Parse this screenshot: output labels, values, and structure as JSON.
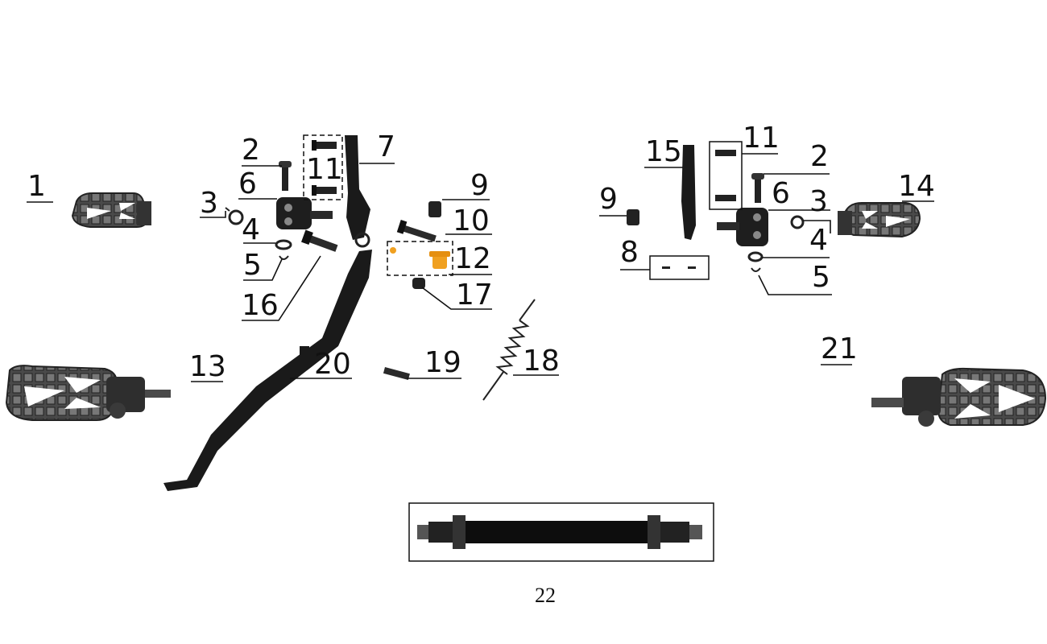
{
  "diagram": {
    "callouts": {
      "c1": "1",
      "c2l": "2",
      "c3l": "3",
      "c4l": "4",
      "c5l": "5",
      "c6l": "6",
      "c7": "7",
      "c8": "8",
      "c9l": "9",
      "c9r": "9",
      "c10": "10",
      "c11l": "11",
      "c11r": "11",
      "c12": "12",
      "c13": "13",
      "c14": "14",
      "c15": "15",
      "c16": "16",
      "c17": "17",
      "c18": "18",
      "c19": "19",
      "c20": "20",
      "c21": "21",
      "c2r": "2",
      "c3r": "3",
      "c4r": "4",
      "c5r": "5",
      "c6r": "6"
    },
    "caption": "22",
    "colors": {
      "part": "#1a1a1a",
      "peg": "#3c3c3c",
      "highlight": "#f0a020",
      "line": "#111111"
    }
  }
}
